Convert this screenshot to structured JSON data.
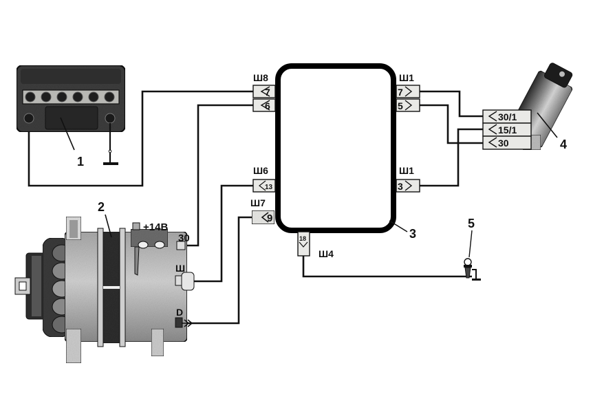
{
  "diagram": {
    "type": "wiring-diagram",
    "components": {
      "battery": {
        "callout": "1"
      },
      "alternator": {
        "callout": "2",
        "terminals": {
          "plus": "+14В",
          "b30": "30",
          "sh": "Ш",
          "d": "D"
        }
      },
      "mounting_block": {
        "callout": "3"
      },
      "ignition_switch": {
        "callout": "4",
        "terminals": [
          "30/1",
          "15/1",
          "30"
        ]
      },
      "warning_lamp": {
        "callout": "5"
      }
    },
    "connectors": {
      "sh8": {
        "name": "Ш8",
        "pins": [
          "7",
          "6"
        ]
      },
      "sh6": {
        "name": "Ш6",
        "pins": [
          "13"
        ]
      },
      "sh7": {
        "name": "Ш7",
        "pins": [
          "9"
        ]
      },
      "sh1_top": {
        "name": "Ш1",
        "pins": [
          "7",
          "5"
        ]
      },
      "sh1_bottom": {
        "name": "Ш1",
        "pins": [
          "3"
        ]
      },
      "sh4": {
        "name": "Ш4",
        "pins": [
          "18"
        ]
      }
    },
    "colors": {
      "ink": "#111111",
      "body_gray": "#9a9a9a",
      "dark_gray": "#3a3a3a",
      "pin_fill": "#e9e9e6"
    }
  }
}
